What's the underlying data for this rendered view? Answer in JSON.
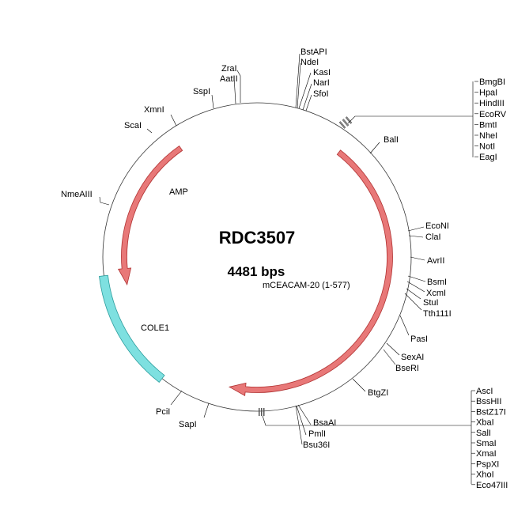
{
  "plasmid": {
    "name": "RDC3507",
    "size_label": "4481 bps"
  },
  "features": {
    "amp": {
      "label": "AMP",
      "color": "#e87878",
      "stroke": "#b03030"
    },
    "mceacam": {
      "label": "mCEACAM-20 (1-577)",
      "color": "#e87878",
      "stroke": "#b03030"
    },
    "cole1": {
      "label": "COLE1",
      "color": "#7ee0e0",
      "stroke": "#2a9c9c"
    }
  },
  "sites": {
    "zral": "ZraI",
    "aatii": "AatII",
    "sspi": "SspI",
    "xmni": "XmnI",
    "scai": "ScaI",
    "nmeaiii": "NmeAIII",
    "bstapi": "BstAPI",
    "ndei": "NdeI",
    "kasi": "KasI",
    "nari": "NarI",
    "sfoi": "SfoI",
    "bali": "BalI",
    "econi": "EcoNI",
    "clai": "ClaI",
    "avrii": "AvrII",
    "bsmi": "BsmI",
    "xcmi": "XcmI",
    "stui": "StuI",
    "tth111i": "Tth111I",
    "pasi": "PasI",
    "sexai": "SexAI",
    "bseri": "BseRI",
    "btgzi": "BtgZI",
    "bsaai": "BsaAI",
    "pmli": "PmlI",
    "bsu36i": "Bsu36I",
    "sapi": "SapI",
    "pcii": "PciI",
    "top_cluster": [
      "BmgBI",
      "HpaI",
      "HindIII",
      "EcoRV",
      "BmtI",
      "NheI",
      "NotI",
      "EagI"
    ],
    "bottom_cluster": [
      "AscI",
      "BssHII",
      "BstZ17I",
      "XbaI",
      "SalI",
      "SmaI",
      "XmaI",
      "PspXI",
      "XhoI",
      "Eco47III"
    ]
  }
}
